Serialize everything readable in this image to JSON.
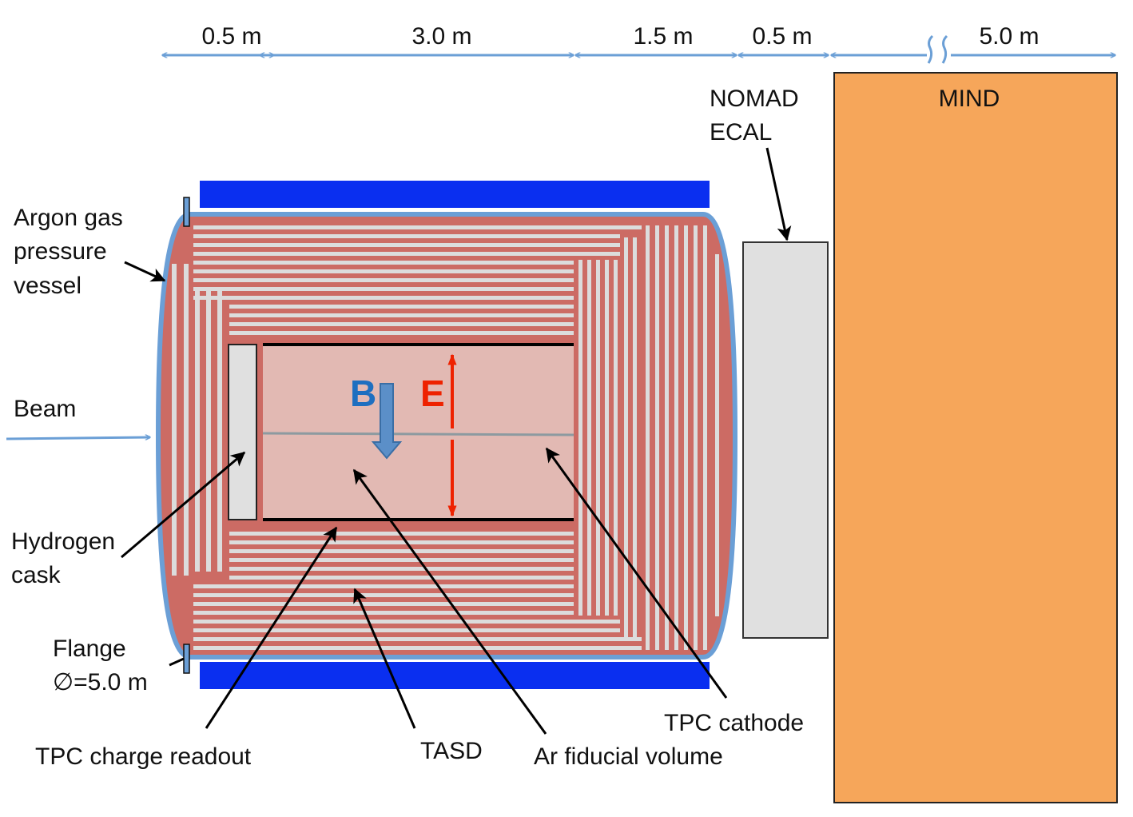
{
  "dimensions": {
    "d1": "0.5 m",
    "d2": "3.0 m",
    "d3": "1.5 m",
    "d4": "0.5 m",
    "d5": "5.0 m"
  },
  "labels": {
    "nomad_line1": "NOMAD",
    "nomad_line2": "ECAL",
    "mind": "MIND",
    "argon_line1": "Argon gas",
    "argon_line2": "pressure",
    "argon_line3": "vessel",
    "beam": "Beam",
    "hydrogen_line1": "Hydrogen",
    "hydrogen_line2": "cask",
    "flange_line1": "Flange",
    "flange_line2": "∅=5.0 m",
    "tpc_charge": "TPC charge readout",
    "tasd": "TASD",
    "ar_fiducial": "Ar fiducial volume",
    "tpc_cathode": "TPC cathode",
    "b_field": "B",
    "e_field": "E"
  },
  "colors": {
    "vessel_blue": "#6b9fd6",
    "magnet_blue": "#0a2ff0",
    "tasd_red": "#cc6b64",
    "stripe_gray": "#dcdcdc",
    "fiducial_pink": "#e2b9b3",
    "mind_orange": "#f6a65a",
    "ecal_gray": "#e0e0e0",
    "e_red": "#ee2200",
    "b_blue": "#1e6fc0",
    "b_arrow": "#5b8fc8"
  }
}
